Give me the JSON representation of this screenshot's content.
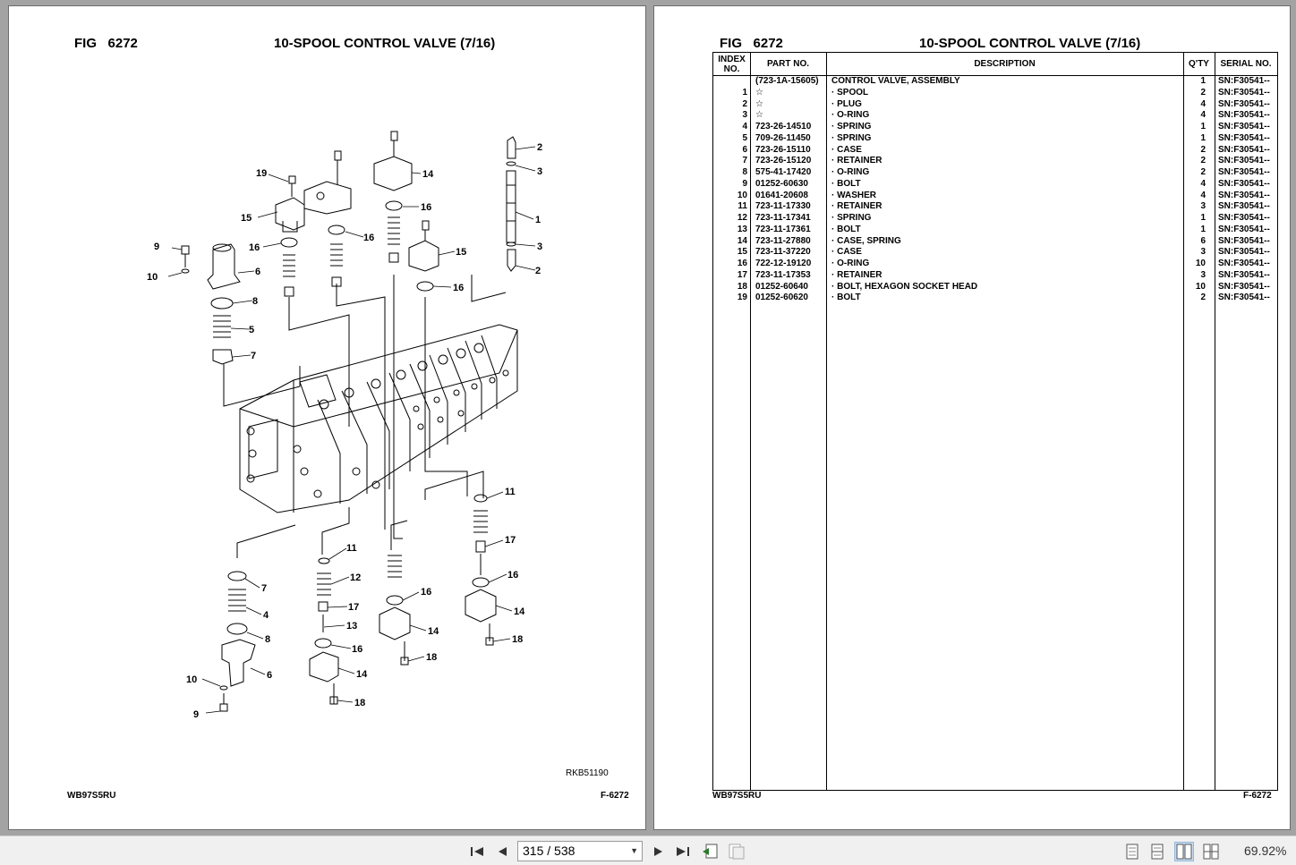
{
  "left_page": {
    "fig_label": "FIG",
    "fig_number": "6272",
    "title": "10-SPOOL CONTROL VALVE (7/16)",
    "ref_code": "RKB51190",
    "footer_left": "WB97S5RU",
    "footer_right": "F-6272",
    "callouts": [
      "2",
      "3",
      "1",
      "3",
      "2",
      "19",
      "14",
      "16",
      "15",
      "16",
      "16",
      "15",
      "16",
      "9",
      "10",
      "6",
      "8",
      "5",
      "7",
      "11",
      "17",
      "16",
      "14",
      "18",
      "11",
      "12",
      "17",
      "13",
      "16",
      "14",
      "18",
      "16",
      "14",
      "18",
      "7",
      "4",
      "8",
      "6",
      "10",
      "9"
    ]
  },
  "right_page": {
    "fig_label": "FIG",
    "fig_number": "6272",
    "title": "10-SPOOL CONTROL VALVE (7/16)",
    "footer_left": "WB97S5RU",
    "footer_right": "F-6272",
    "headers": {
      "index_line1": "INDEX",
      "index_line2": "NO.",
      "part_no": "PART NO.",
      "description": "DESCRIPTION",
      "qty": "Q'TY",
      "serial_no": "SERIAL NO."
    },
    "rows": [
      {
        "index": "",
        "part": "(723-1A-15605)",
        "desc": "CONTROL VALVE, ASSEMBLY",
        "qty": "1",
        "serial": "SN:F30541--"
      },
      {
        "index": "1",
        "part": "☆",
        "desc": "·  SPOOL",
        "qty": "2",
        "serial": "SN:F30541--"
      },
      {
        "index": "2",
        "part": "☆",
        "desc": "·  PLUG",
        "qty": "4",
        "serial": "SN:F30541--"
      },
      {
        "index": "3",
        "part": "☆",
        "desc": "·  O-RING",
        "qty": "4",
        "serial": "SN:F30541--"
      },
      {
        "index": "4",
        "part": "723-26-14510",
        "desc": "·  SPRING",
        "qty": "1",
        "serial": "SN:F30541--"
      },
      {
        "index": "5",
        "part": "709-26-11450",
        "desc": "·  SPRING",
        "qty": "1",
        "serial": "SN:F30541--"
      },
      {
        "index": "6",
        "part": "723-26-15110",
        "desc": "·  CASE",
        "qty": "2",
        "serial": "SN:F30541--"
      },
      {
        "index": "7",
        "part": "723-26-15120",
        "desc": "·  RETAINER",
        "qty": "2",
        "serial": "SN:F30541--"
      },
      {
        "index": "8",
        "part": "575-41-17420",
        "desc": "·  O-RING",
        "qty": "2",
        "serial": "SN:F30541--"
      },
      {
        "index": "9",
        "part": "01252-60630",
        "desc": "·  BOLT",
        "qty": "4",
        "serial": "SN:F30541--"
      },
      {
        "index": "10",
        "part": "01641-20608",
        "desc": "·  WASHER",
        "qty": "4",
        "serial": "SN:F30541--"
      },
      {
        "index": "11",
        "part": "723-11-17330",
        "desc": "·  RETAINER",
        "qty": "3",
        "serial": "SN:F30541--"
      },
      {
        "index": "12",
        "part": "723-11-17341",
        "desc": "·  SPRING",
        "qty": "1",
        "serial": "SN:F30541--"
      },
      {
        "index": "13",
        "part": "723-11-17361",
        "desc": "·  BOLT",
        "qty": "1",
        "serial": "SN:F30541--"
      },
      {
        "index": "14",
        "part": "723-11-27880",
        "desc": "·  CASE, SPRING",
        "qty": "6",
        "serial": "SN:F30541--"
      },
      {
        "index": "15",
        "part": "723-11-37220",
        "desc": "·  CASE",
        "qty": "3",
        "serial": "SN:F30541--"
      },
      {
        "index": "16",
        "part": "722-12-19120",
        "desc": "·  O-RING",
        "qty": "10",
        "serial": "SN:F30541--"
      },
      {
        "index": "17",
        "part": "723-11-17353",
        "desc": "·  RETAINER",
        "qty": "3",
        "serial": "SN:F30541--"
      },
      {
        "index": "18",
        "part": "01252-60640",
        "desc": "·  BOLT, HEXAGON SOCKET HEAD",
        "qty": "10",
        "serial": "SN:F30541--"
      },
      {
        "index": "19",
        "part": "01252-60620",
        "desc": "·  BOLT",
        "qty": "2",
        "serial": "SN:F30541--"
      }
    ]
  },
  "toolbar": {
    "page_indicator": "315 / 538",
    "zoom": "69.92%",
    "icons": [
      "first-page-icon",
      "prev-page-icon",
      "next-page-icon",
      "last-page-icon",
      "prev-view-icon",
      "next-view-icon",
      "single-page-icon",
      "continuous-icon",
      "facing-icon",
      "continuous-facing-icon"
    ]
  }
}
